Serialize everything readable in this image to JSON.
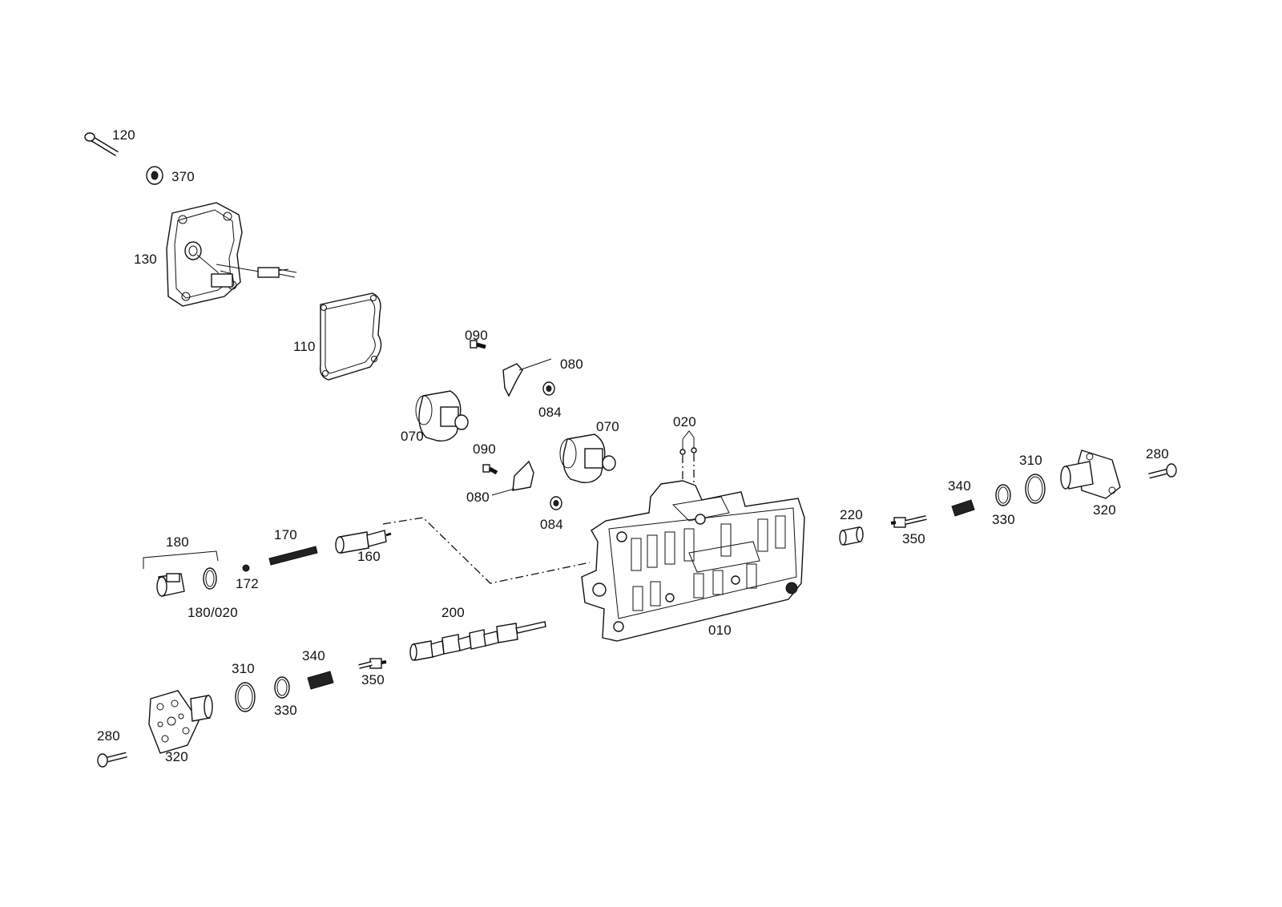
{
  "labels": {
    "l120": "120",
    "l370": "370",
    "l130": "130",
    "l110": "110",
    "l090a": "090",
    "l080a": "080",
    "l084a": "084",
    "l070a": "070",
    "l070b": "070",
    "l090b": "090",
    "l080b": "080",
    "l084b": "084",
    "l020": "020",
    "l280a": "280",
    "l310a": "310",
    "l340a": "340",
    "l330a": "330",
    "l320a": "320",
    "l220": "220",
    "l350a": "350",
    "l180": "180",
    "l170": "170",
    "l172": "172",
    "l160": "160",
    "l180020": "180/020",
    "l200": "200",
    "l010": "010",
    "l310b": "310",
    "l340b": "340",
    "l330b": "330",
    "l350b": "350",
    "l280b": "280",
    "l320b": "320"
  },
  "colors": {
    "line": "#111111",
    "background": "#ffffff"
  }
}
